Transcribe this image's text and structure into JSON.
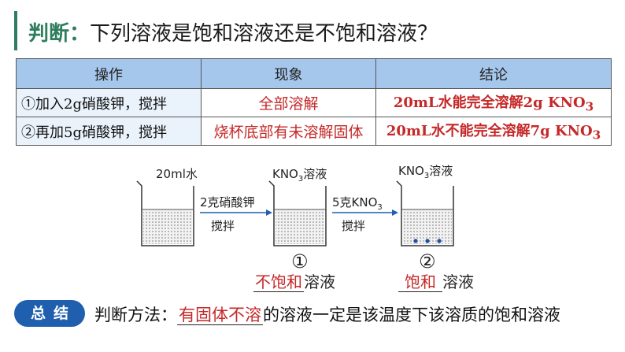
{
  "header": {
    "lead": "判断：",
    "question": "下列溶液是饱和溶液还是不饱和溶液？"
  },
  "table": {
    "headers": [
      "操作",
      "现象",
      "结论"
    ],
    "rows": [
      {
        "operation": "①加入2g硝酸钾，搅拌",
        "phenomenon": "全部溶解",
        "conclusion_main": "20mL水能完全溶解2g KNO",
        "conclusion_sub": "3"
      },
      {
        "operation": "②再加5g硝酸钾，搅拌",
        "phenomenon": "烧杯底部有未溶解固体",
        "conclusion_main": "20mL水不能完全溶解7g KNO",
        "conclusion_sub": "3"
      }
    ]
  },
  "diagram": {
    "beaker1_label": "20ml水",
    "beaker2_label_main": "KNO",
    "beaker2_label_sub": "3",
    "beaker2_label_tail": "溶液",
    "beaker3_label_main": "KNO",
    "beaker3_label_sub": "3",
    "beaker3_label_tail": "溶液",
    "arrow1_top": "2克硝酸钾",
    "arrow1_bottom": "搅拌",
    "arrow2_top_main": "5克KNO",
    "arrow2_top_sub": "3",
    "arrow2_bottom": "搅拌",
    "marker1": "①",
    "marker2": "②",
    "answer1_fill": "不饱和",
    "answer1_tail": "溶液",
    "answer2_fill": "饱和",
    "answer2_tail": "溶液"
  },
  "summary": {
    "badge": "总结",
    "prefix": "判断方法：",
    "fill": "有固体不溶",
    "tail": "的溶液一定是该温度下该溶质的饱和溶液"
  },
  "colors": {
    "accent_green": "#2e7d5e",
    "answer_red": "#c62828",
    "header_blue": "#a6c7ec",
    "badge_blue": "#1f5fae"
  }
}
